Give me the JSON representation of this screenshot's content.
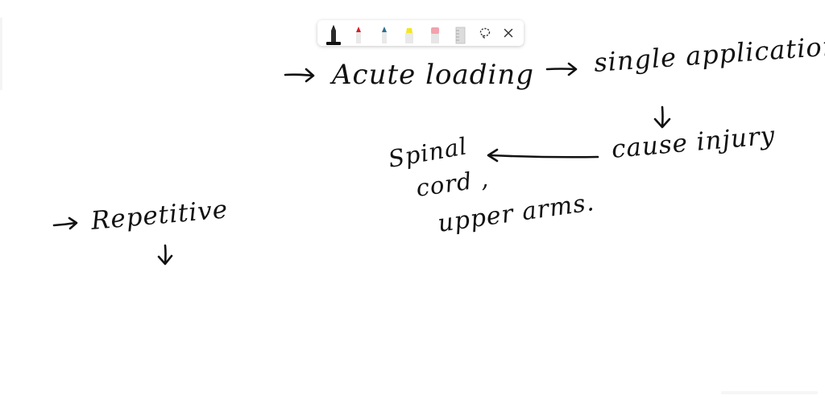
{
  "toolbar": {
    "tools": [
      {
        "name": "black-pen-tool",
        "color": "#111111"
      },
      {
        "name": "red-pen-tool",
        "color": "#d81e2a"
      },
      {
        "name": "blue-pen-tool",
        "color": "#2b6f8f"
      },
      {
        "name": "yellow-highlighter-tool",
        "color": "#f1e81f"
      },
      {
        "name": "eraser-tool",
        "color": "#f2a2ad"
      },
      {
        "name": "ruler-tool",
        "color": "#d8d8d8"
      }
    ],
    "lasso_icon": "lasso-icon",
    "close_icon": "close-icon"
  },
  "notes": {
    "acute": "Acute loading",
    "single": "single application",
    "cause": "cause injury",
    "spinal": "Spinal",
    "cord": "cord ,",
    "upper": "upper arms.",
    "repetitive": "Repetitive"
  }
}
